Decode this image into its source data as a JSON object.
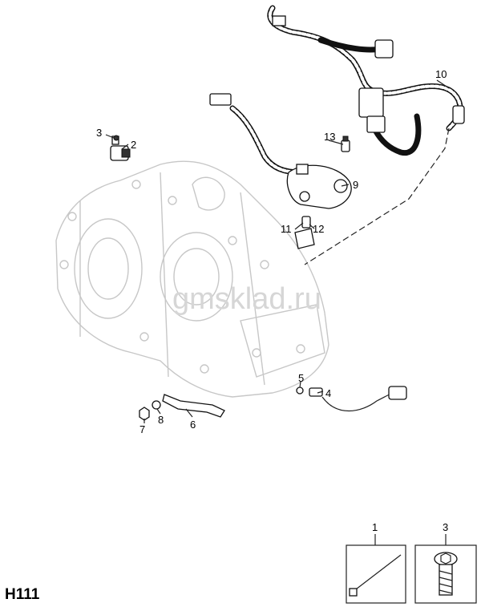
{
  "diagram": {
    "code": "H111",
    "watermark": "gmsklad.ru",
    "callouts": [
      "1",
      "2",
      "3",
      "4",
      "5",
      "6",
      "7",
      "8",
      "9",
      "10",
      "11",
      "12",
      "13"
    ],
    "legend_items": [
      {
        "number": "1",
        "icon": "cable-tie-icon"
      },
      {
        "number": "3",
        "icon": "bolt-icon"
      }
    ]
  }
}
